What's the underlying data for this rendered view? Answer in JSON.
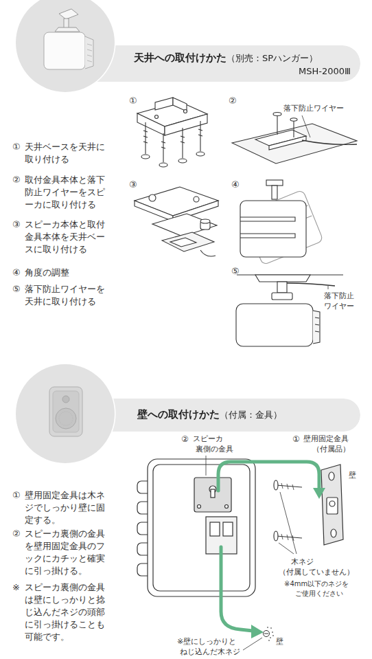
{
  "diagram": {
    "nodes": [
      {
        "text": [
          "天井への取付けかた",
          "（別売：SPハンガー）",
          "MSH-2000Ⅲ"
        ]
      },
      {
        "text": [
          "壁への取付けかた",
          "（付属：金具）"
        ]
      }
    ],
    "labels": [
      "①",
      "天井ベースを天井に取り付ける",
      "②",
      "取付金具本体と落下防止ワイヤーをスピーカに取り付ける",
      "③",
      "スピーカ本体と取付金具本体を天井ベースに取り付ける",
      "④",
      "角度の調整",
      "⑤",
      "落下防止ワイヤーを天井に取り付ける",
      "①",
      "②",
      "③",
      "④",
      "⑤",
      "落下防止ワイヤー",
      "落下防止ワイヤー",
      "①",
      "壁用固定金具は木ネジでしっかり壁に固定する。",
      "②",
      "スピーカ裏側の金具を壁用固定金具のフックにカチッと確実に引っ掛ける。",
      "※",
      "スピーカ裏側の金具は壁にしっかりと捻じ込んだネジの頭部に引っ掛けることも可能です。",
      "②",
      "スピーカ",
      "裏側の金具",
      "①",
      "壁用固定金具",
      "（付属品）",
      "壁",
      "木ネジ",
      "（付属していません）",
      "※4mm以下のネジを",
      "ご使用ください",
      "※壁にしっかりと",
      "ねじ込んだ木ネジ",
      "壁"
    ]
  }
}
